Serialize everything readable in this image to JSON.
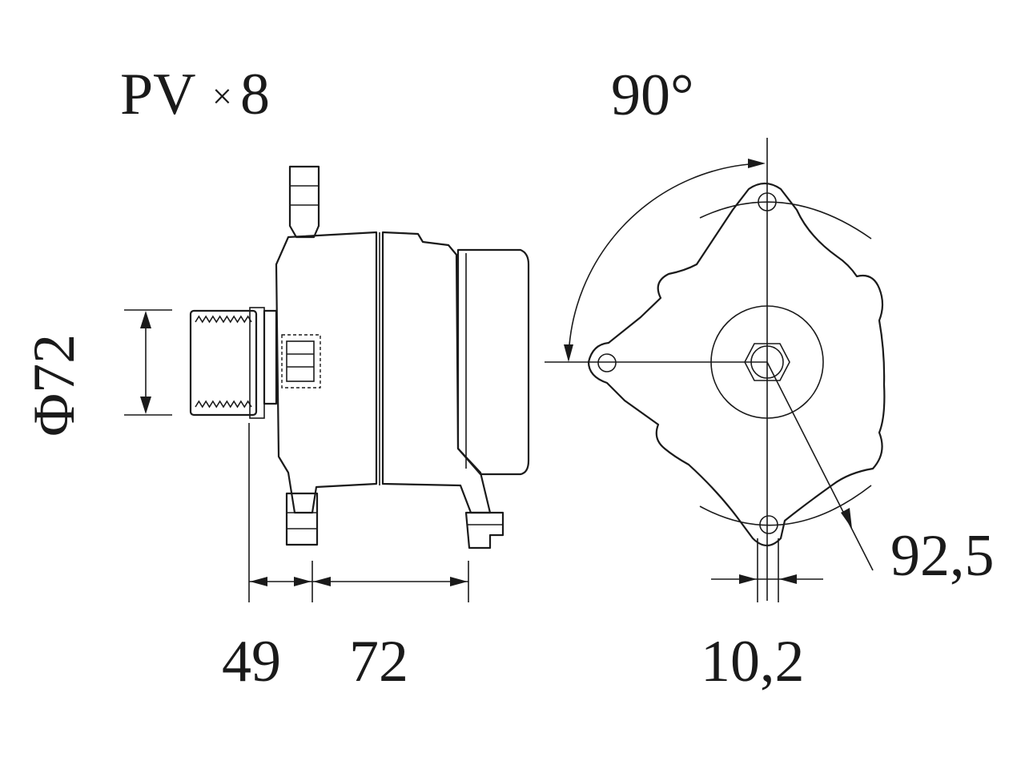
{
  "labels": {
    "belt_type": "PV",
    "belt_multiplier": "×",
    "belt_ribs": "8",
    "angle": "90°",
    "pulley_diameter": "Φ72",
    "pulley_offset": "49",
    "mount_spacing": "72",
    "bore_width": "10,2",
    "radius": "92,5"
  },
  "colors": {
    "line": "#1a1a1a",
    "background": "#ffffff"
  }
}
